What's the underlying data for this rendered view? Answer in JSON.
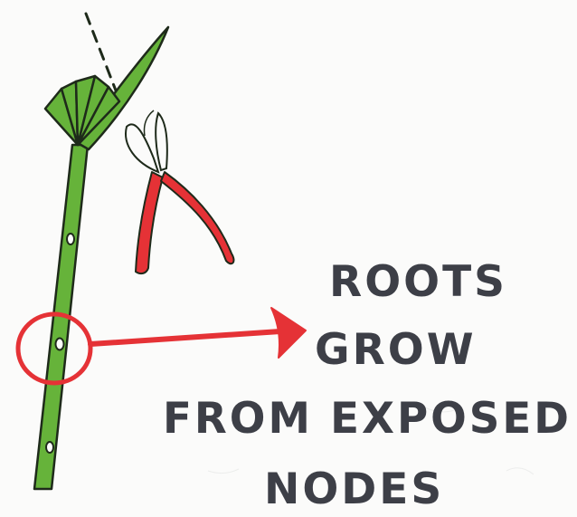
{
  "annotation": {
    "lines": [
      "ROOTS",
      "GROW",
      "FROM EXPOSED",
      "NODES"
    ]
  },
  "colors": {
    "stem_green": "#66b33a",
    "outline": "#1e2a1a",
    "highlight_red": "#e53236",
    "text_ink": "#3d3f47",
    "paper": "#fbfbfa"
  }
}
